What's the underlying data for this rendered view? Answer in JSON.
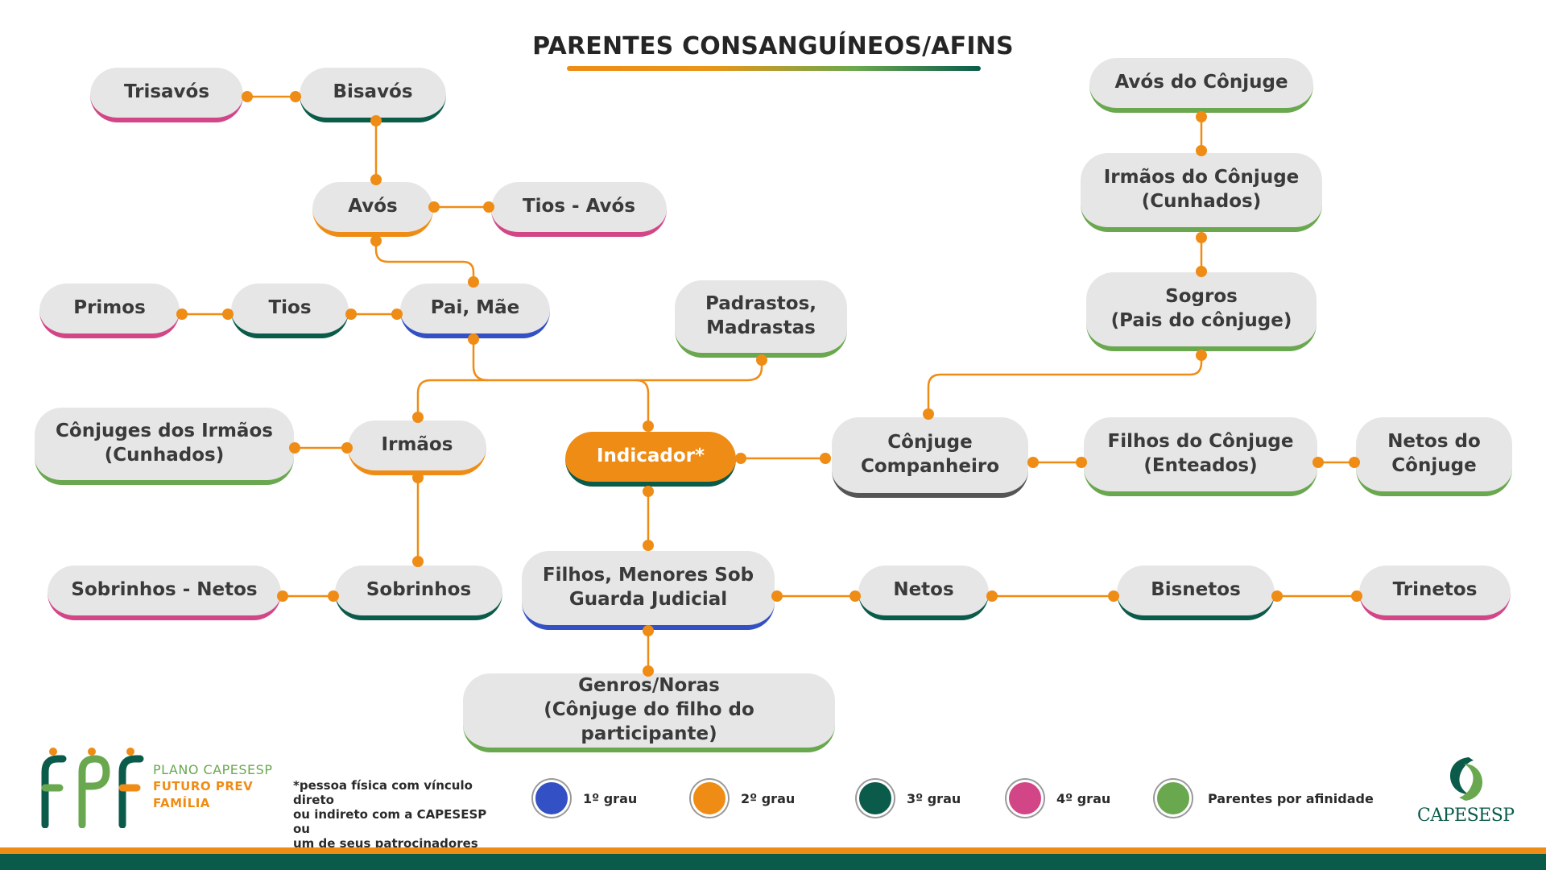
{
  "title": "PARENTES CONSANGUÍNEOS/AFINS",
  "nodes": {
    "trisavos": "Trisavós",
    "bisavos": "Bisavós",
    "avos": "Avós",
    "tios_avos": "Tios - Avós",
    "primos": "Primos",
    "tios": "Tios",
    "pai_mae": "Pai, Mãe",
    "padrastos": "Padrastos,\nMadrastas",
    "conjuges_irmaos": "Cônjuges dos Irmãos\n(Cunhados)",
    "irmaos": "Irmãos",
    "indicador": "Indicador*",
    "conjuge": "Cônjuge\nCompanheiro",
    "filhos_conjuge": "Filhos do Cônjuge\n(Enteados)",
    "netos_conjuge": "Netos do\nCônjuge",
    "avos_conjuge": "Avós do Cônjuge",
    "irmaos_conjuge": "Irmãos do Cônjuge\n(Cunhados)",
    "sogros": "Sogros\n(Pais do cônjuge)",
    "sobrinhos_netos": "Sobrinhos - Netos",
    "sobrinhos": "Sobrinhos",
    "filhos": "Filhos, Menores Sob\nGuarda Judicial",
    "netos": "Netos",
    "bisnetos": "Bisnetos",
    "trinetos": "Trinetos",
    "genros": "Genros/Noras\n(Cônjuge do filho do participante)"
  },
  "plan": {
    "line1": "PLANO CAPESESP",
    "line2": "FUTURO PREV",
    "line3": "FAMÍLIA"
  },
  "footnote": "*pessoa física com vínculo direto\nou indireto com a CAPESESP ou\num de seus patrocinadores",
  "legend": [
    {
      "label": "1º grau",
      "color": "#3350c4"
    },
    {
      "label": "2º grau",
      "color": "#ef8c15"
    },
    {
      "label": "3º grau",
      "color": "#0b5b4b"
    },
    {
      "label": "4º grau",
      "color": "#d24688"
    },
    {
      "label": "Parentes  por afinidade",
      "color": "#6aa84f"
    }
  ],
  "brand": "CAPESESP",
  "colors": {
    "accent": "#ef8c15",
    "dark_green": "#0b5b4b",
    "node_bg": "#e6e6e6"
  }
}
